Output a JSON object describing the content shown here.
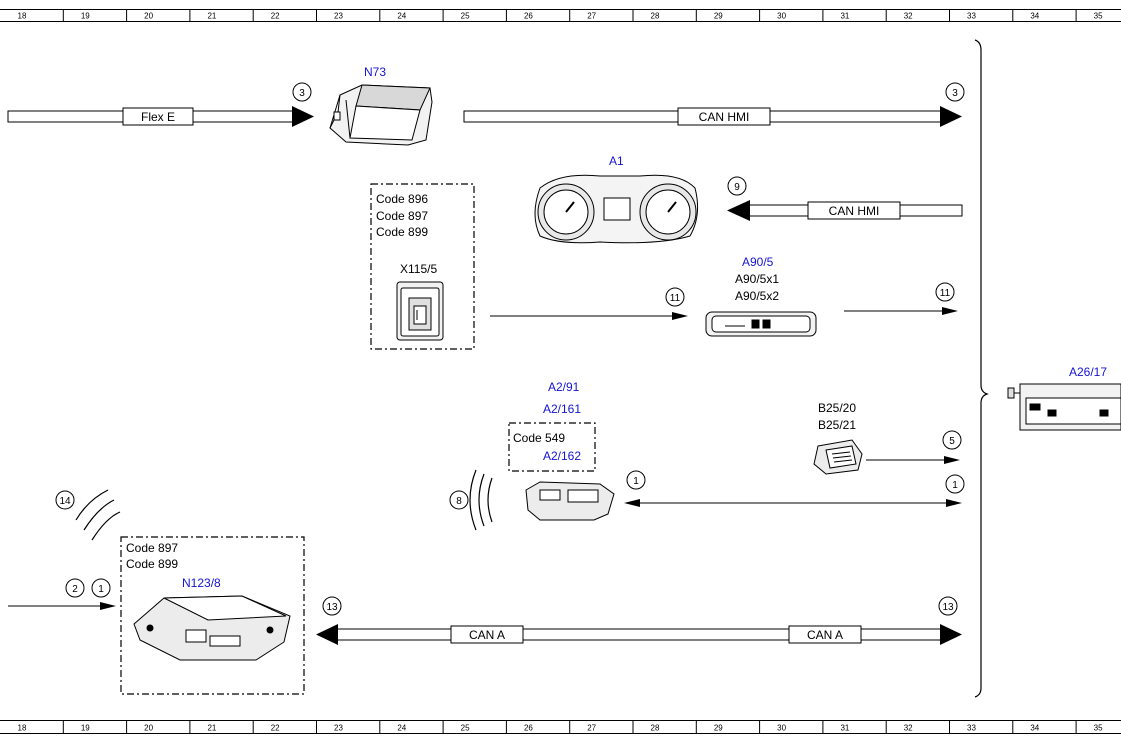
{
  "ruler": {
    "numbers": [
      "18",
      "19",
      "20",
      "21",
      "22",
      "23",
      "24",
      "25",
      "26",
      "27",
      "28",
      "29",
      "30",
      "31",
      "32",
      "33",
      "34",
      "35"
    ]
  },
  "components": {
    "n73": "N73",
    "a1": "A1",
    "a90_5": "A90/5",
    "a90_5x1": "A90/5x1",
    "a90_5x2": "A90/5x2",
    "x115_5": "X115/5",
    "a2_91": "A2/91",
    "a2_161": "A2/161",
    "a2_162": "A2/162",
    "b25_20": "B25/20",
    "b25_21": "B25/21",
    "n123_8": "N123/8",
    "a26_17": "A26/17"
  },
  "codes": {
    "box1": [
      "Code 896",
      "Code 897",
      "Code 899"
    ],
    "box2": "Code 549",
    "box3": [
      "Code 897",
      "Code 899"
    ]
  },
  "buses": {
    "flex_e": "Flex E",
    "can_hmi_top": "CAN HMI",
    "can_hmi_a1": "CAN HMI",
    "can_a_left": "CAN A",
    "can_a_right": "CAN A"
  },
  "markers": {
    "m3_left": "3",
    "m3_right": "3",
    "m9": "9",
    "m11_left": "11",
    "m11_right": "11",
    "m5": "5",
    "m8": "8",
    "m1_mid": "1",
    "m1_right": "1",
    "m14": "14",
    "m2": "2",
    "m1_left": "1",
    "m13_left": "13",
    "m13_right": "13"
  },
  "colors": {
    "label_blue": "#1414d2",
    "line": "#000000"
  }
}
